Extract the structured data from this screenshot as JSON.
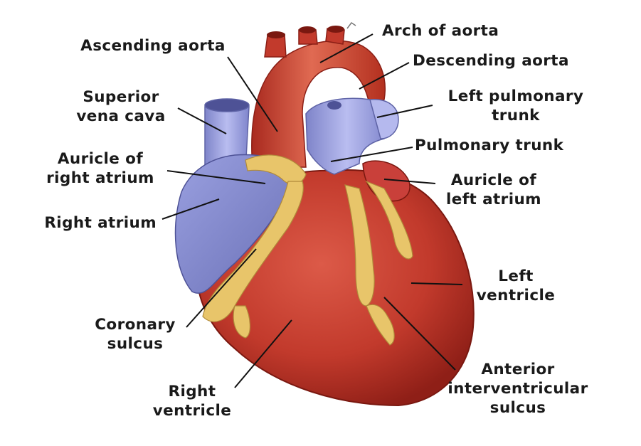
{
  "labels": {
    "arch_of_aorta": [
      "Arch of aorta"
    ],
    "ascending_aorta": [
      "Ascending aorta"
    ],
    "descending_aorta": [
      "Descending aorta"
    ],
    "superior_vena_cava": [
      "Superior",
      "vena cava"
    ],
    "left_pulmonary_trunk": [
      "Left pulmonary",
      "trunk"
    ],
    "pulmonary_trunk": [
      "Pulmonary trunk"
    ],
    "auricle_right_atrium": [
      "Auricle of",
      "right atrium"
    ],
    "auricle_left_atrium": [
      "Auricle of",
      "left atrium"
    ],
    "right_atrium": [
      "Right atrium"
    ],
    "left_ventricle": [
      "Left",
      "ventricle"
    ],
    "coronary_sulcus": [
      "Coronary",
      "sulcus"
    ],
    "anterior_interventricular_sulcus": [
      "Anterior",
      "interventricular",
      "sulcus"
    ],
    "right_ventricle": [
      "Right",
      "ventricle"
    ]
  },
  "colors": {
    "heart_red": "#c23a2c",
    "aorta_red": "#c9382a",
    "vein_blue": "#8a8fd4",
    "fat_yellow": "#e8c56a",
    "leader_line": "#111111"
  }
}
